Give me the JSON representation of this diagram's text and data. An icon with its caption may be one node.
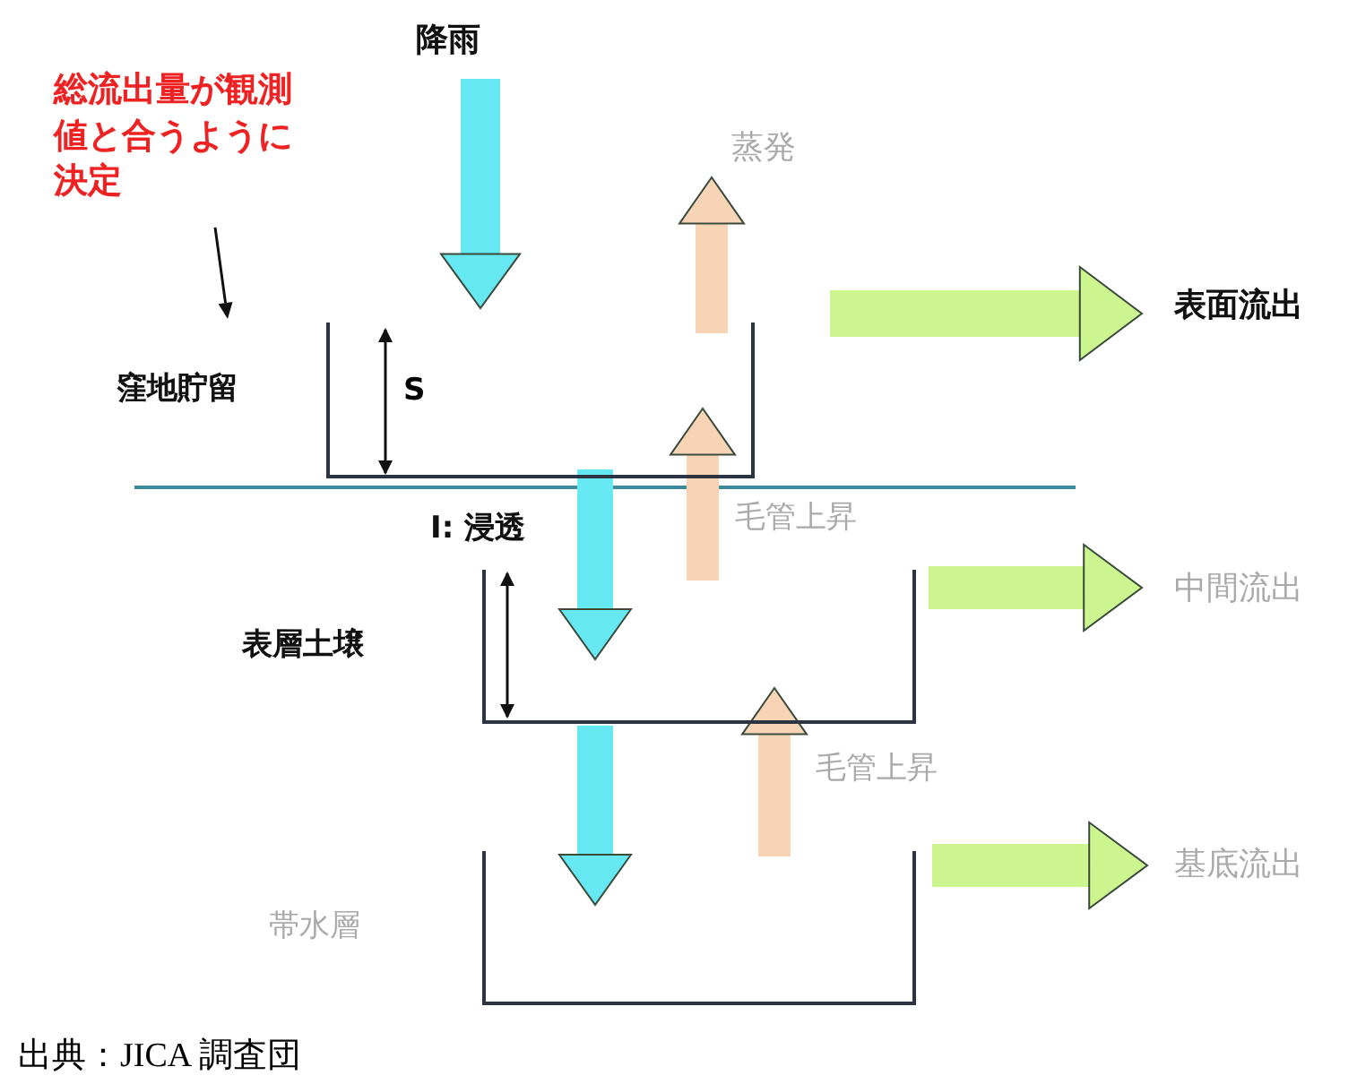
{
  "diagram": {
    "caption": "出典：JICA 調査団",
    "nodes": [
      {
        "text": [
          "降雨"
        ]
      },
      {
        "text": [
          "窪地貯留"
        ]
      },
      {
        "text": [
          "蒸発"
        ]
      },
      {
        "text": [
          "表面流出"
        ]
      },
      {
        "text": [
          "表層土壌"
        ]
      },
      {
        "text": [
          "中間流出"
        ]
      },
      {
        "text": [
          "帯水層"
        ]
      },
      {
        "text": [
          "基底流出"
        ]
      },
      {
        "text": [
          "総流出量が観測値と合うように決定"
        ]
      }
    ],
    "edges": [
      {
        "from": 0,
        "to": 1,
        "arrow": "to",
        "color": "#66e8f2"
      },
      {
        "from": 1,
        "to": 2,
        "arrow": "to",
        "color": "#f8d4b6"
      },
      {
        "from": 1,
        "to": 3,
        "arrow": "to",
        "color": "#ccf590"
      },
      {
        "from": 1,
        "to": 4,
        "arrow": "to",
        "label": "I: 浸透",
        "color": "#66e8f2"
      },
      {
        "from": 4,
        "to": 1,
        "arrow": "to",
        "label": "毛管上昇",
        "color": "#f8d4b6"
      },
      {
        "from": 4,
        "to": 5,
        "arrow": "to",
        "color": "#ccf590"
      },
      {
        "from": 4,
        "to": 6,
        "arrow": "to",
        "color": "#66e8f2"
      },
      {
        "from": 6,
        "to": 4,
        "arrow": "to",
        "label": "毛管上昇",
        "color": "#f8d4b6"
      },
      {
        "from": 6,
        "to": 7,
        "arrow": "to",
        "color": "#ccf590"
      },
      {
        "from": 8,
        "to": 1,
        "arrow": "to",
        "color": "#111111"
      }
    ],
    "labels": [
      "S"
    ]
  }
}
